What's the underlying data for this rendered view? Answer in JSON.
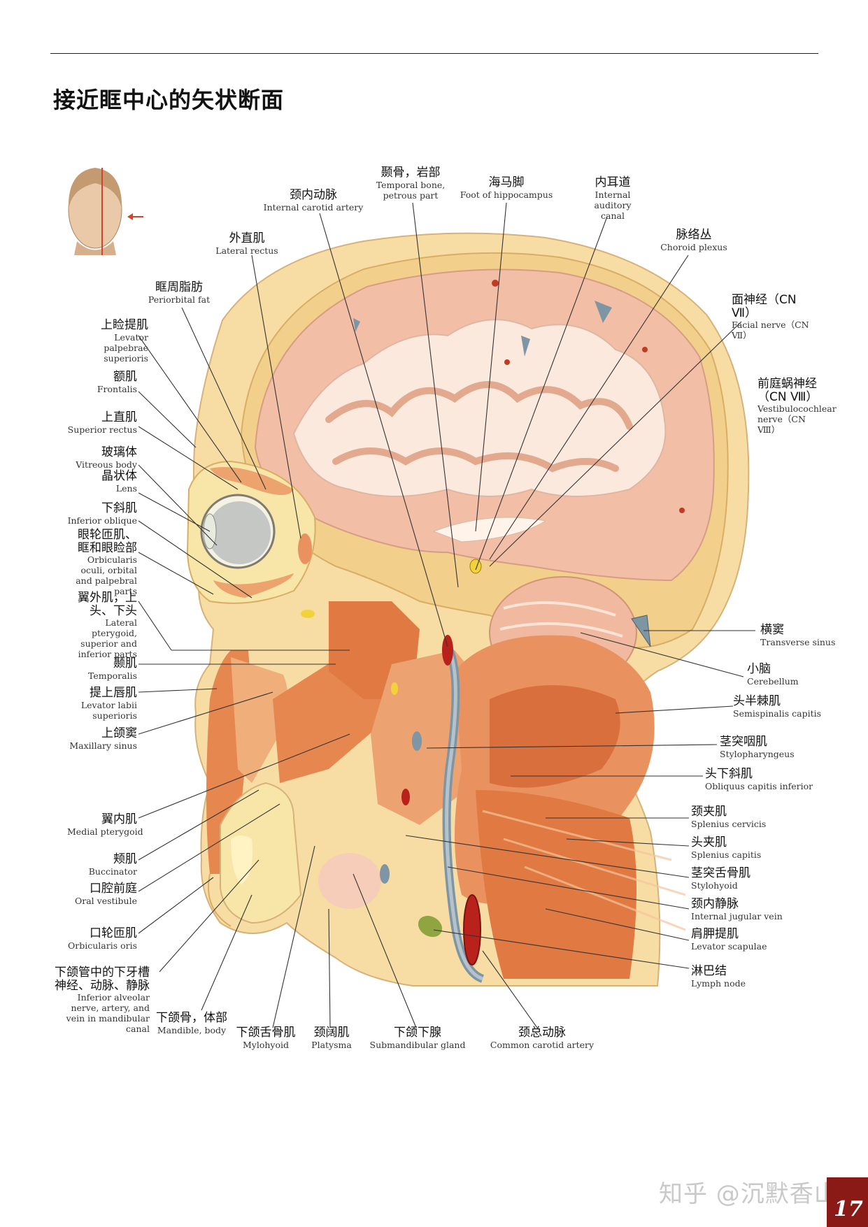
{
  "title": "接近眶中心的矢状断面",
  "watermark": "知乎 @沉默香山",
  "page_number": "17",
  "labels": [
    {
      "zh": "颈内动脉",
      "en": "Internal carotid artery"
    },
    {
      "zh": "颞骨，岩部",
      "en": "Temporal bone, petrous part"
    },
    {
      "zh": "海马脚",
      "en": "Foot of hippocampus"
    },
    {
      "zh": "内耳道",
      "en": "Internal auditory canal"
    },
    {
      "zh": "外直肌",
      "en": "Lateral rectus"
    },
    {
      "zh": "脉络丛",
      "en": "Choroid plexus"
    },
    {
      "zh": "眶周脂肪",
      "en": "Periorbital fat"
    },
    {
      "zh": "面神经（CN Ⅶ）",
      "en": "Facial nerve（CN Ⅶ）"
    },
    {
      "zh": "上睑提肌",
      "en": "Levator palpebrae superioris"
    },
    {
      "zh": "额肌",
      "en": "Frontalis"
    },
    {
      "zh": "前庭蜗神经（CN Ⅷ）",
      "en": "Vestibulocochlear nerve（CN Ⅷ）"
    },
    {
      "zh": "上直肌",
      "en": "Superior rectus"
    },
    {
      "zh": "玻璃体",
      "en": "Vitreous body"
    },
    {
      "zh": "晶状体",
      "en": "Lens"
    },
    {
      "zh": "下斜肌",
      "en": "Inferior oblique"
    },
    {
      "zh": "眼轮匝肌、眶和眼睑部",
      "en": "Orbicularis oculi, orbital and palpebral parts"
    },
    {
      "zh": "翼外肌，上头、下头",
      "en": "Lateral pterygoid, superior and inferior parts"
    },
    {
      "zh": "横窦",
      "en": "Transverse sinus"
    },
    {
      "zh": "颞肌",
      "en": "Temporalis"
    },
    {
      "zh": "小脑",
      "en": "Cerebellum"
    },
    {
      "zh": "提上唇肌",
      "en": "Levator labii superioris"
    },
    {
      "zh": "头半棘肌",
      "en": "Semispinalis capitis"
    },
    {
      "zh": "上颌窦",
      "en": "Maxillary sinus"
    },
    {
      "zh": "茎突咽肌",
      "en": "Stylopharyngeus"
    },
    {
      "zh": "头下斜肌",
      "en": "Obliquus capitis inferior"
    },
    {
      "zh": "翼内肌",
      "en": "Medial pterygoid"
    },
    {
      "zh": "颈夹肌",
      "en": "Splenius cervicis"
    },
    {
      "zh": "颊肌",
      "en": "Buccinator"
    },
    {
      "zh": "头夹肌",
      "en": "Splenius capitis"
    },
    {
      "zh": "口腔前庭",
      "en": "Oral vestibule"
    },
    {
      "zh": "茎突舌骨肌",
      "en": "Stylohyoid"
    },
    {
      "zh": "颈内静脉",
      "en": "Internal jugular vein"
    },
    {
      "zh": "口轮匝肌",
      "en": "Orbicularis oris"
    },
    {
      "zh": "肩胛提肌",
      "en": "Levator scapulae"
    },
    {
      "zh": "下颌管中的下牙槽神经、动脉、静脉",
      "en": "Inferior alveolar nerve, artery, and vein in mandibular canal"
    },
    {
      "zh": "淋巴结",
      "en": "Lymph node"
    },
    {
      "zh": "下颌骨，体部",
      "en": "Mandible, body"
    },
    {
      "zh": "下颌舌骨肌",
      "en": "Mylohyoid"
    },
    {
      "zh": "颈阔肌",
      "en": "Platysma"
    },
    {
      "zh": "下颌下腺",
      "en": "Submandibular gland"
    },
    {
      "zh": "颈总动脉",
      "en": "Common carotid artery"
    }
  ]
}
